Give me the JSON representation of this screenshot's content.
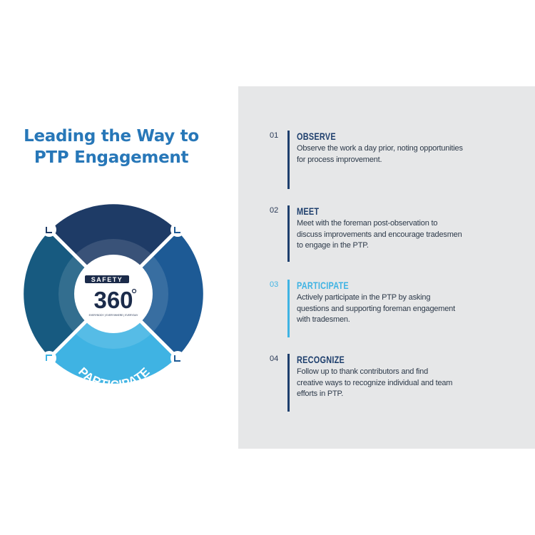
{
  "title": {
    "line1": "Leading the Way to",
    "line2": "PTP Engagement"
  },
  "wheel": {
    "segments": [
      "OBSERVE",
      "MEET",
      "PARTICIPATE",
      "RECOGNIZE"
    ],
    "center": {
      "brand": "SAFETY",
      "number": "360",
      "tagline": "EVERYBODY | EVERYWHERE | EVERYDAY"
    },
    "colors": {
      "observe": "#1e3b66",
      "meet": "#1d5a95",
      "participate": "#3fb3e3",
      "recognize": "#175a80",
      "inner": "#2e5f8d"
    }
  },
  "steps": [
    {
      "num": "01",
      "title": "OBSERVE",
      "text": [
        "Observe the work a day prior, noting opportunities",
        "for process improvement."
      ]
    },
    {
      "num": "02",
      "title": "MEET",
      "text": [
        "Meet with the foreman post-observation to",
        "discuss improvements and encourage tradesmen",
        "to engage in the PTP."
      ]
    },
    {
      "num": "03",
      "title": "PARTICIPATE",
      "text": [
        "Actively participate in the PTP by asking",
        "questions and supporting foreman engagement",
        "with tradesmen."
      ]
    },
    {
      "num": "04",
      "title": "RECOGNIZE",
      "text": [
        "Follow up to thank contributors and find",
        "creative ways to recognize individual and team",
        "efforts in PTP."
      ]
    }
  ]
}
